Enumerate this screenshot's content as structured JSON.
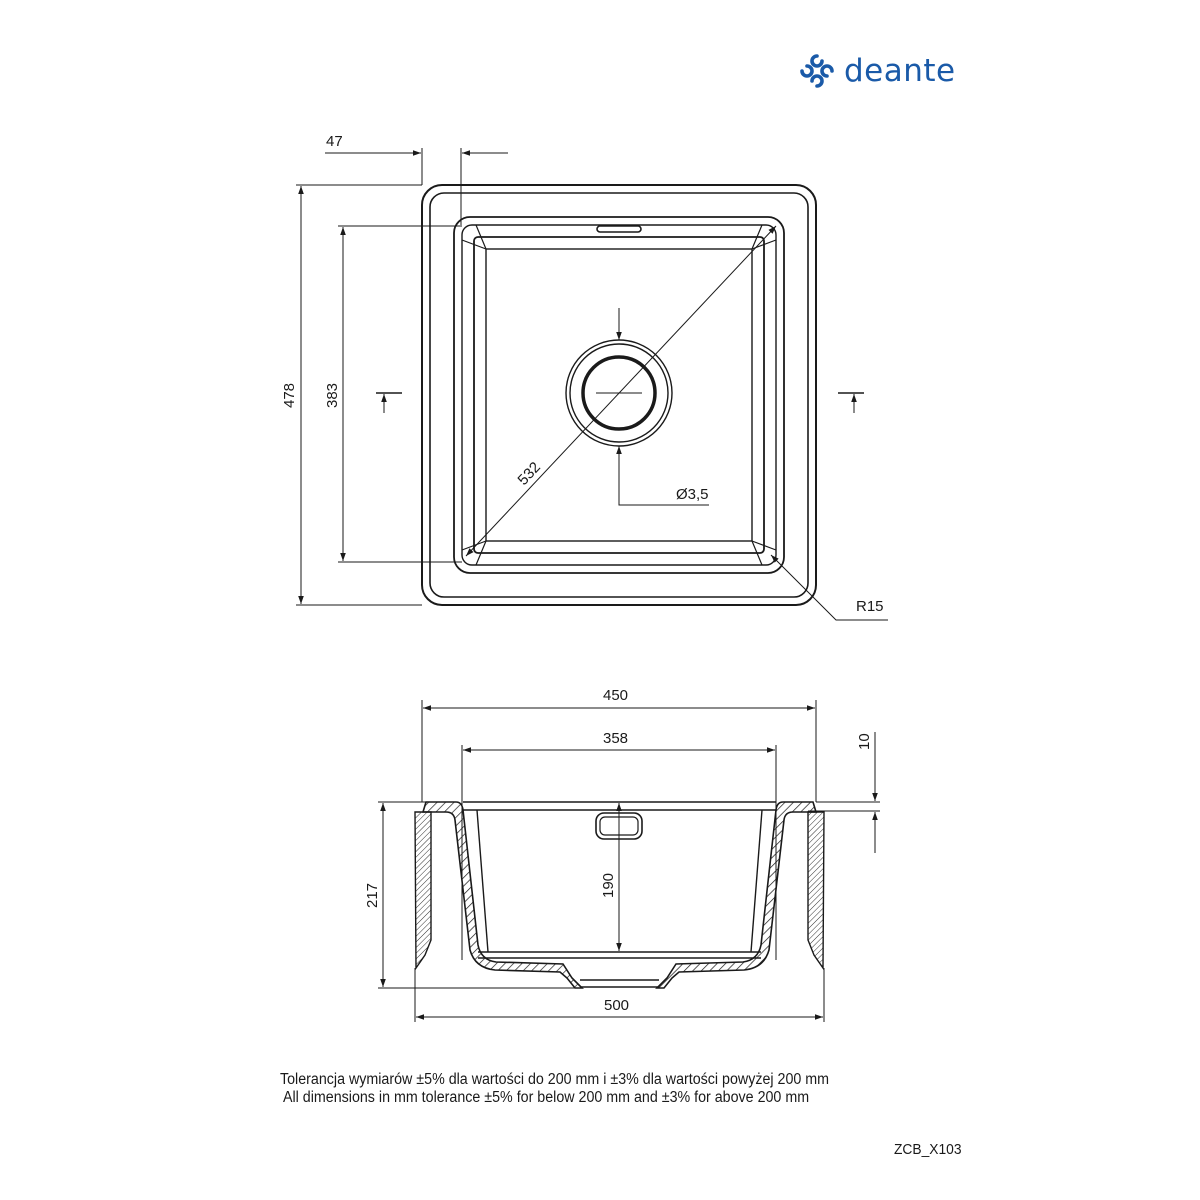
{
  "brand": {
    "name": "deante",
    "logo_icon": "deante-swirl-logo-icon",
    "color": "#1a5aa8"
  },
  "top_view": {
    "dimensions": {
      "rim_width": "47",
      "outer_depth": "478",
      "bowl_depth": "383",
      "diagonal": "532",
      "drain_diameter": "Ø3,5",
      "corner_radius": "R15"
    }
  },
  "section_view": {
    "dimensions": {
      "overall_width_top": "450",
      "bowl_width": "358",
      "rim_thickness": "10",
      "total_height": "217",
      "bowl_height": "190",
      "overall_width_bottom": "500"
    }
  },
  "notes": {
    "polish": "Tolerancja wymiarów ±5% dla wartości do 200 mm i ±3% dla wartości powyżej 200 mm",
    "english": "All dimensions in mm tolerance ±5% for below 200 mm and ±3% for above 200 mm"
  },
  "product_code": "ZCB_X103",
  "colors": {
    "line": "#1a1a1a",
    "brand_blue": "#1a5aa8",
    "background": "#ffffff"
  }
}
